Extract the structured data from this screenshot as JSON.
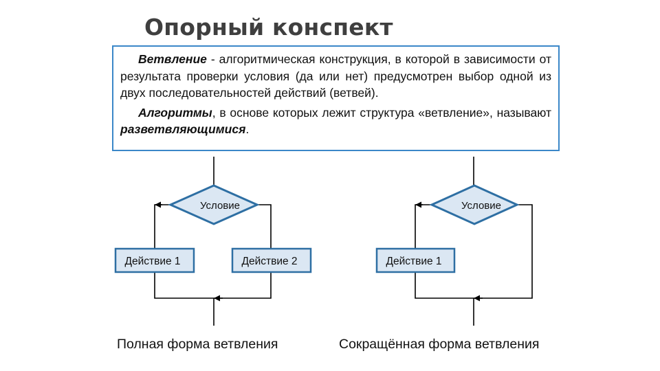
{
  "title": "Опорный конспект",
  "definition": {
    "term": "Ветвление",
    "text": " - алгоритмическая конструкция, в которой в зависимости от результата проверки условия (да или нет) предусмотрен выбор одной из двух последовательностей действий (ветвей).",
    "algo_term": "Алгоритмы",
    "algo_text": ", в основе которых лежит структура «ветвление», называют ",
    "algo_term2": "разветвляющимися",
    "algo_end": "."
  },
  "full_form": {
    "condition": "Условие",
    "action1": "Действие 1",
    "action2": "Действие 2",
    "caption": "Полная форма ветвления"
  },
  "short_form": {
    "condition": "Условие",
    "action1": "Действие 1",
    "caption": "Сокращённая форма ветвления"
  },
  "colors": {
    "shape_border": "#2e6fa3",
    "shape_fill": "#dbe7f3",
    "box_border": "#3a87c8",
    "line": "#000000"
  }
}
